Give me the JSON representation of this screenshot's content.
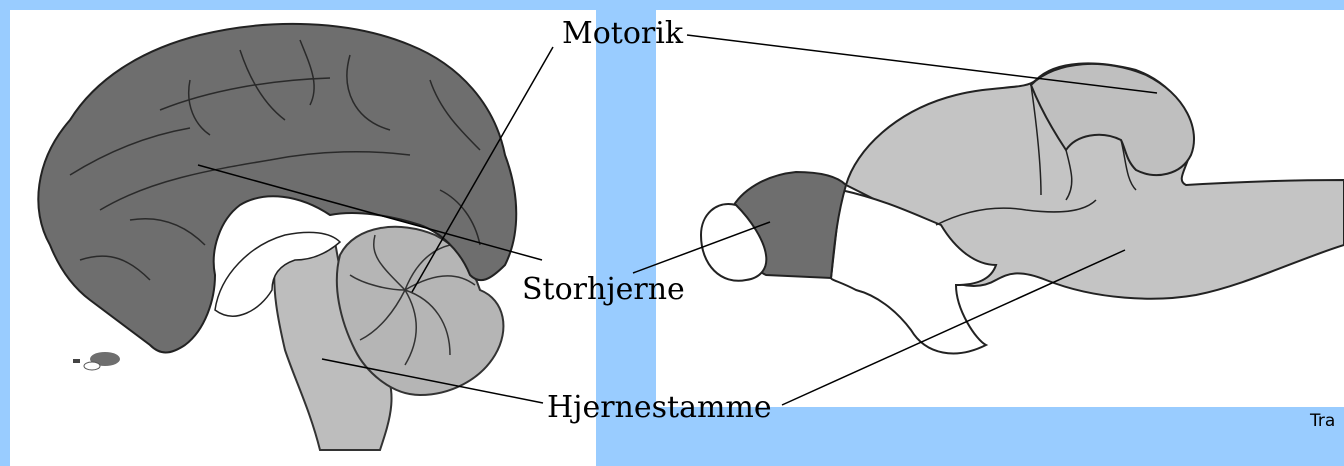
{
  "labels": {
    "motorik": "Motorik",
    "storhjerne": "Storhjerne",
    "hjernestamme": "Hjernestamme"
  },
  "footer": {
    "text": "Tra"
  },
  "colors": {
    "background": "#99ccff",
    "cerebrum": "#6e6e6e",
    "cerebellum_brainstem": "#bdbdbd",
    "panel": "#ffffff"
  }
}
